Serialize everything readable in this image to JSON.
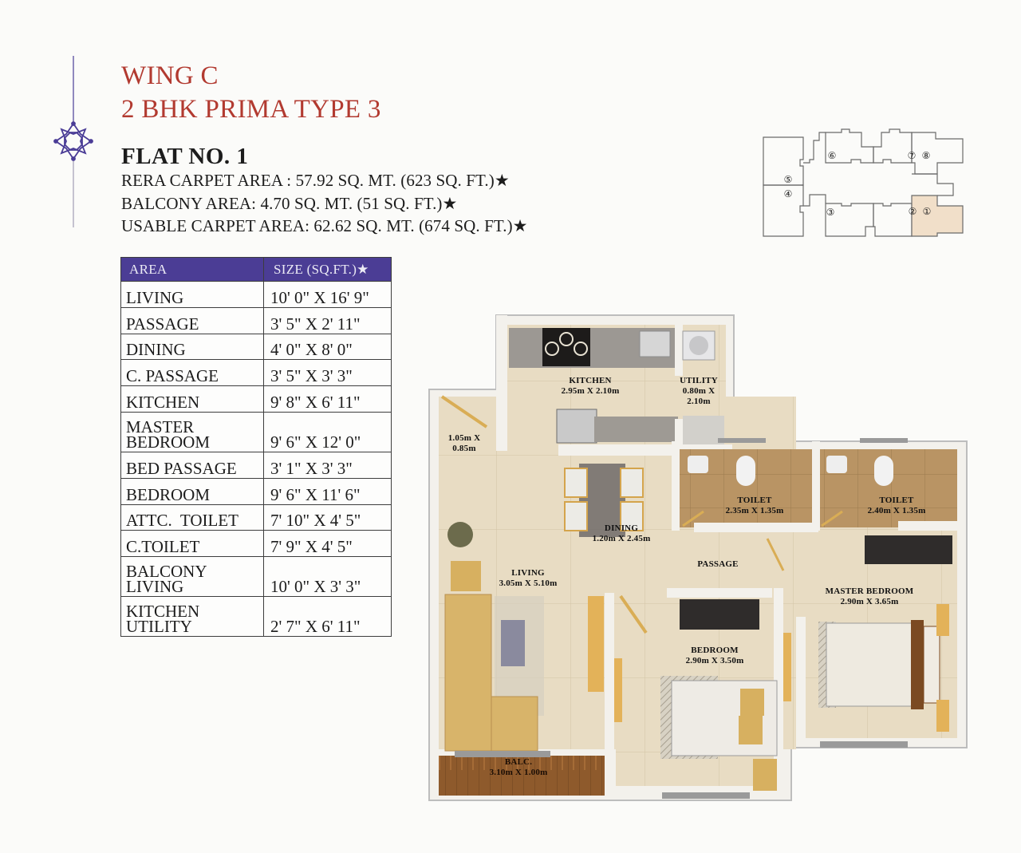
{
  "header": {
    "wing": "WING C",
    "type": "2 BHK PRIMA TYPE 3"
  },
  "flat": {
    "number": "FLAT NO. 1",
    "rera_carpet_area": "RERA CARPET AREA : 57.92 SQ. MT.  (623 SQ. FT.)★",
    "balcony_area": "BALCONY AREA: 4.70 SQ. MT. (51 SQ. FT.)★",
    "usable_carpet_area": "USABLE CARPET AREA: 62.62 SQ. MT.  (674 SQ. FT.)★"
  },
  "colors": {
    "title_red": "#b23a30",
    "table_header_purple": "#4b3d95",
    "ornament_purple": "#4a3c96",
    "highlight_flat": "#f1dfc9"
  },
  "area_table": {
    "headers": [
      "AREA",
      "SIZE (SQ.FT.)★"
    ],
    "rows": [
      {
        "area": "LIVING",
        "size": "10' 0\" X 16' 9\""
      },
      {
        "area": "PASSAGE",
        "size": "3' 5\" X 2' 11\""
      },
      {
        "area": "DINING",
        "size": "4' 0\" X 8' 0\""
      },
      {
        "area": "C. PASSAGE",
        "size": "3' 5\" X 3' 3\""
      },
      {
        "area": "KITCHEN",
        "size": "9' 8\" X 6' 11\""
      },
      {
        "area_line1": "MASTER",
        "area_line2": "BEDROOM",
        "size": "9' 6\" X 12' 0\""
      },
      {
        "area": "BED PASSAGE",
        "size": "3' 1\" X 3' 3\""
      },
      {
        "area": "BEDROOM",
        "size": "9' 6\" X 11' 6\""
      },
      {
        "area": "ATTC.  TOILET",
        "size": "7' 10\" X 4' 5\""
      },
      {
        "area": "C.TOILET",
        "size": "7' 9\" X 4' 5\""
      },
      {
        "area_line1": "BALCONY",
        "area_line2": "LIVING",
        "size": "10' 0\" X 3' 3\""
      },
      {
        "area_line1": "KITCHEN",
        "area_line2": "UTILITY",
        "size": "2' 7\" X 6' 11\""
      }
    ]
  },
  "key_plan": {
    "units": [
      "①",
      "②",
      "③",
      "④",
      "⑤",
      "⑥",
      "⑦",
      "⑧"
    ],
    "highlighted_unit": "①"
  },
  "floor_plan": {
    "rooms": {
      "kitchen": {
        "name": "KITCHEN",
        "dims": "2.95m X 2.10m"
      },
      "utility": {
        "name": "UTILITY",
        "dims1": "0.80m X",
        "dims2": "2.10m"
      },
      "passage_small": {
        "dims1": "1.05m X",
        "dims2": "0.85m"
      },
      "dining": {
        "name": "DINING",
        "dims": "1.20m X 2.45m"
      },
      "toilet_common": {
        "name": "TOILET",
        "dims": "2.35m X 1.35m"
      },
      "toilet_attached": {
        "name": "TOILET",
        "dims": "2.40m X 1.35m"
      },
      "passage": {
        "name": "PASSAGE"
      },
      "living": {
        "name": "LIVING",
        "dims": "3.05m X 5.10m"
      },
      "master_bedroom": {
        "name": "MASTER BEDROOM",
        "dims": "2.90m X 3.65m"
      },
      "bedroom": {
        "name": "BEDROOM",
        "dims": "2.90m X 3.50m"
      },
      "balcony": {
        "name": "BALC.",
        "dims": "3.10m X 1.00m"
      }
    }
  }
}
